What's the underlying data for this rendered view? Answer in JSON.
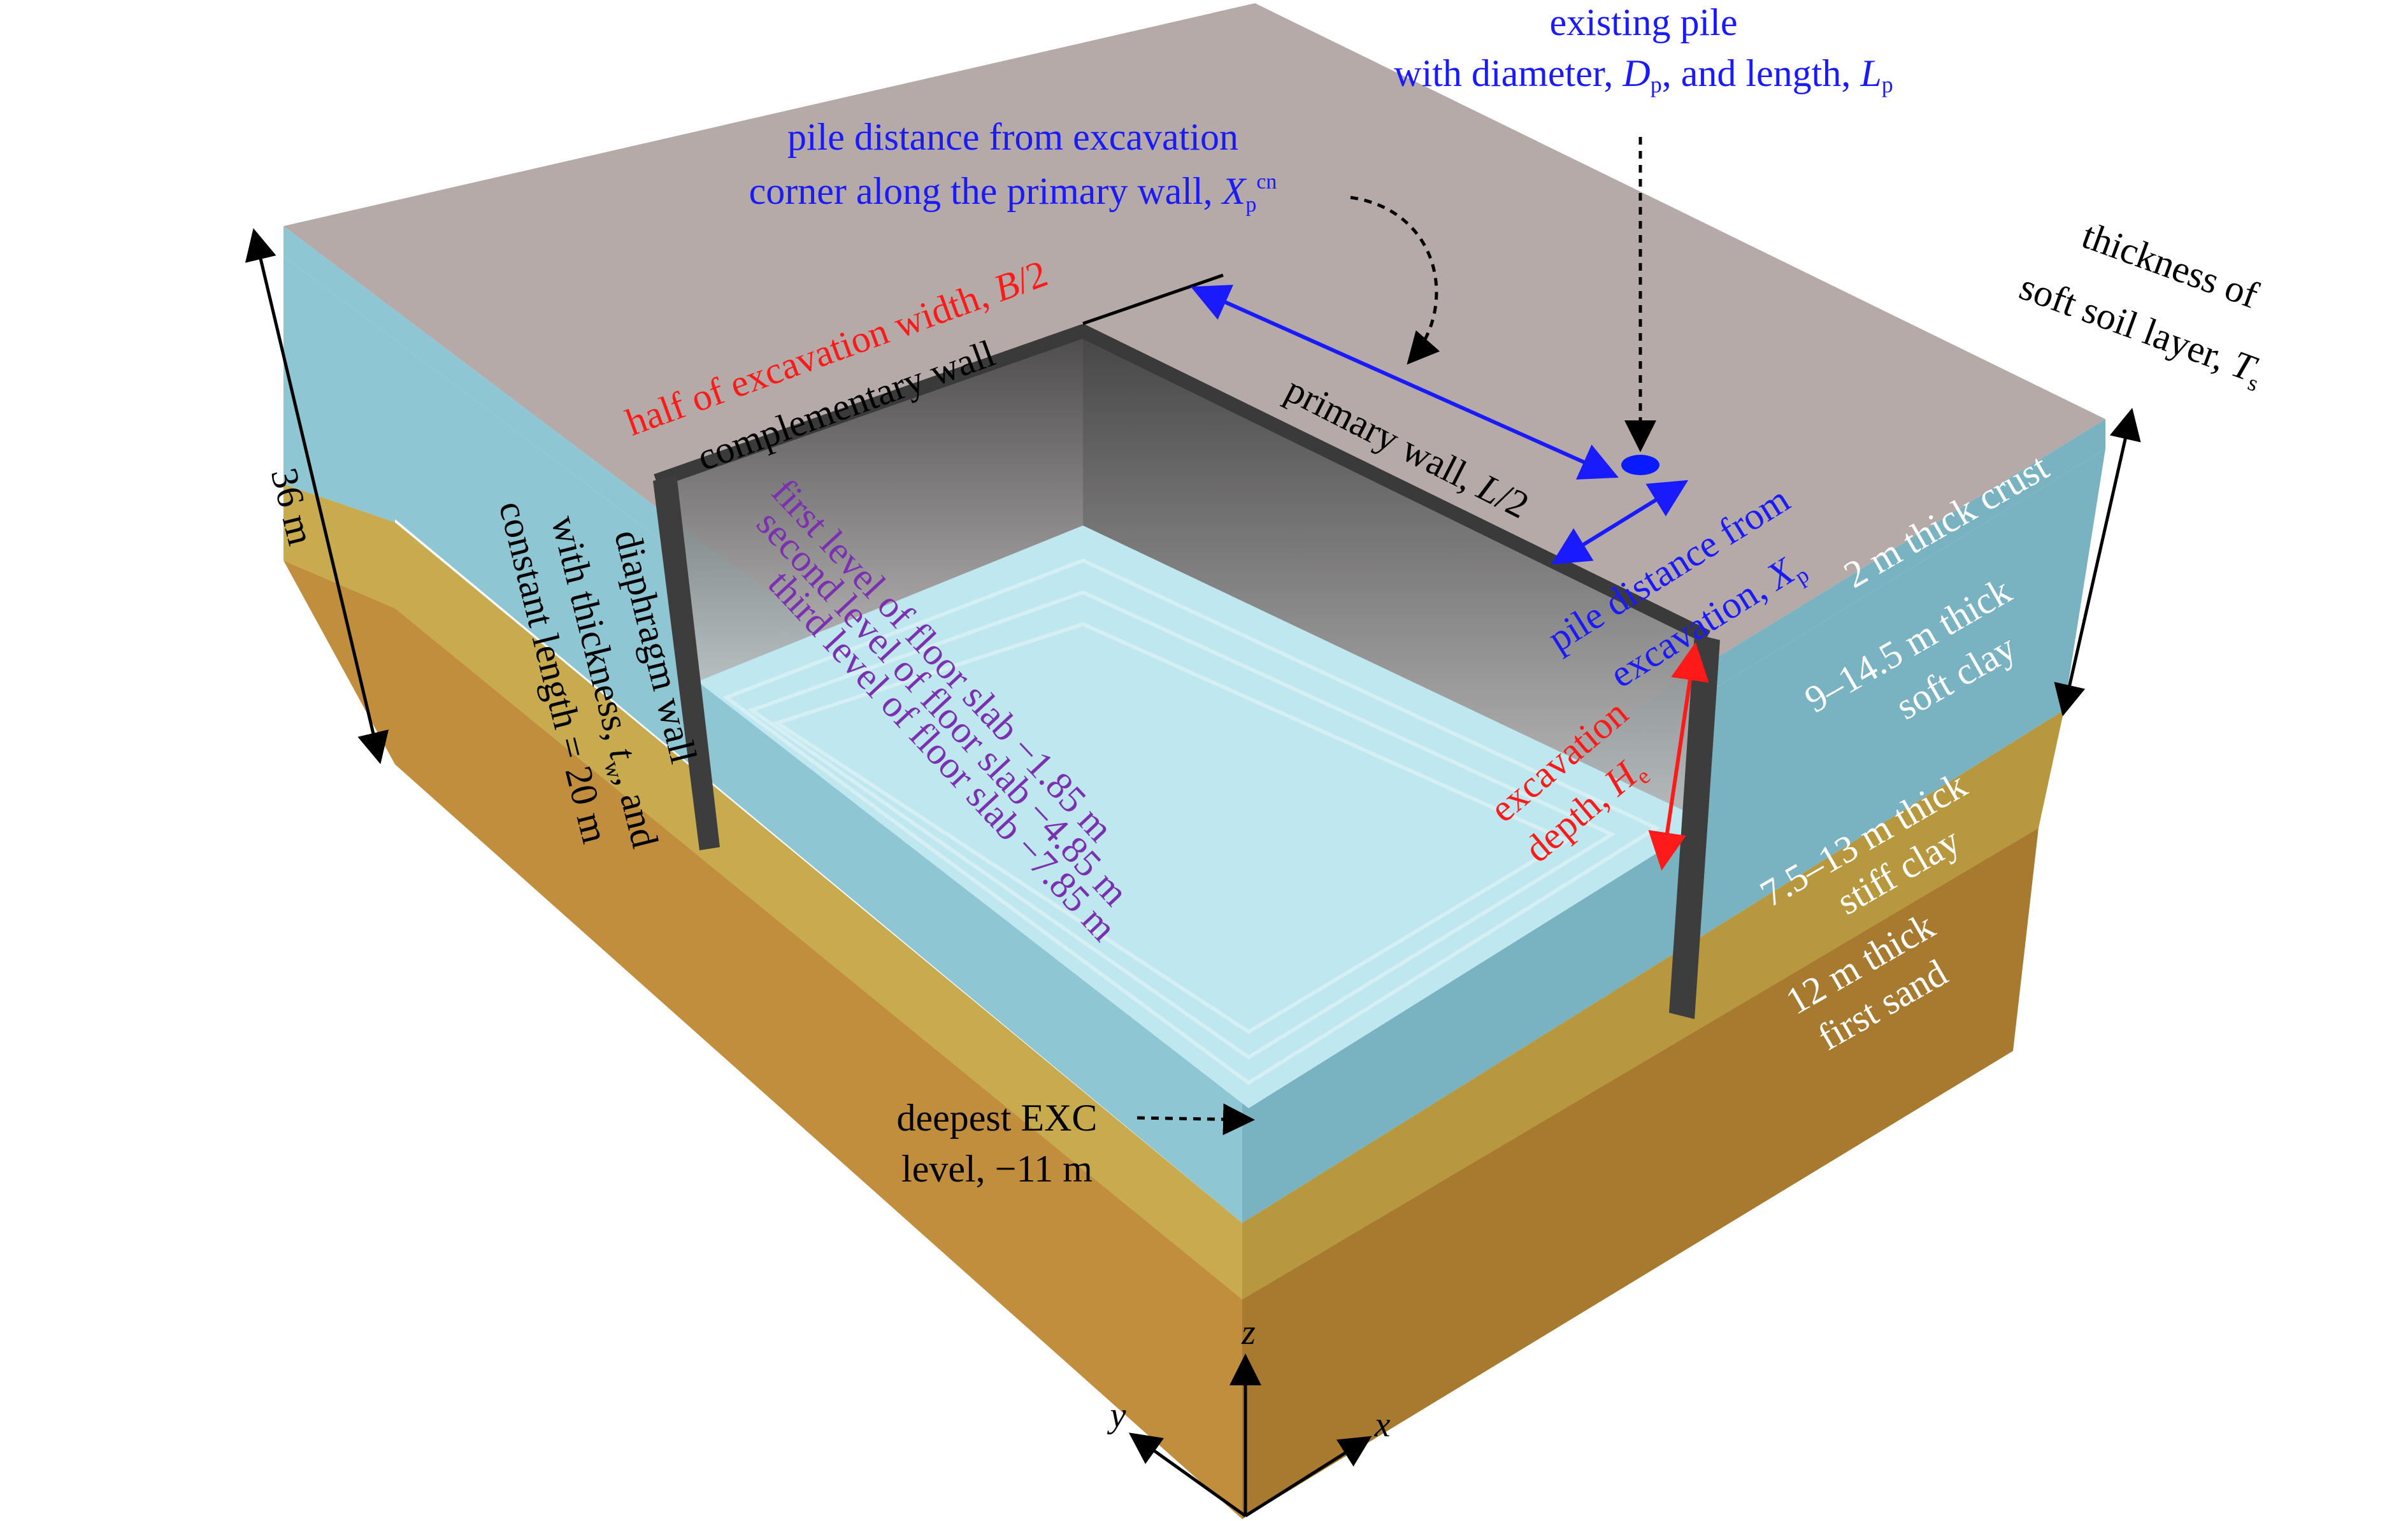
{
  "colors": {
    "ground_top": "#b5aaa8",
    "soft_clay": "#8fc6d3",
    "soft_clay_dark": "#79b3c2",
    "stiff_clay": "#c9ab4f",
    "stiff_clay_dark": "#b8983e",
    "sand": "#c18e3d",
    "sand_dark": "#a87a30",
    "excavation_floor": "#bfe7ef",
    "wall": "#4a4a4a",
    "blue_text": "#1a1aff",
    "red_text": "#ff1a1a",
    "purple_text": "#7a30b0",
    "black_text": "#000000",
    "white_text": "#ffffff"
  },
  "labels": {
    "existing_pile": {
      "line1": "existing pile",
      "line2_pre": "with diameter, ",
      "d_sym": "D",
      "d_sub": "p",
      "line2_mid": ", and length, ",
      "l_sym": "L",
      "l_sub": "p"
    },
    "pile_distance_corner": {
      "line1": "pile distance from excavation",
      "line2_pre": "corner along the primary wall, ",
      "sym": "X",
      "sub": "p",
      "sup": "cn"
    },
    "half_width_pre": "half of excavation width, ",
    "half_width_sym": "B",
    "half_width_post": "/2",
    "complementary_wall": "complementary wall",
    "primary_wall_pre": "primary wall, ",
    "primary_wall_sym": "L",
    "primary_wall_post": "/2",
    "pile_dist_exc": {
      "line1": "pile distance from",
      "line2_pre": "excavation, ",
      "sym": "X",
      "sub": "p"
    },
    "thickness_soft": {
      "line1": "thickness",
      "line2": "of",
      "line3": "soft soil layer, ",
      "sym": "T",
      "sub": "s"
    },
    "depth_36": "36 m",
    "diaphragm": {
      "line1": "diaphragm wall",
      "line2_pre": "with thickness, ",
      "sym": "t",
      "sub": "w",
      "line2_post": ", and",
      "line3": "constant length = 20 m"
    },
    "slab1": "first level of floor slab −1.85 m",
    "slab2": "second level of floor slab −4.85 m",
    "slab3": "third level of floor slab −7.85 m",
    "exc_depth_line1": "excavation",
    "exc_depth_line2_pre": "depth, ",
    "exc_depth_sym": "H",
    "exc_depth_sub": "e",
    "crust": "2 m thick crust",
    "soft_clay_l1": "9–14.5 m thick",
    "soft_clay_l2": "soft clay",
    "stiff_clay_l1": "7.5–13 m thick",
    "stiff_clay_l2": "stiff clay",
    "sand_l1": "12 m thick",
    "sand_l2": "first sand",
    "deepest_l1": "deepest EXC",
    "deepest_l2": "level, −11 m",
    "axis_z": "z",
    "axis_y": "y",
    "axis_x": "x"
  }
}
